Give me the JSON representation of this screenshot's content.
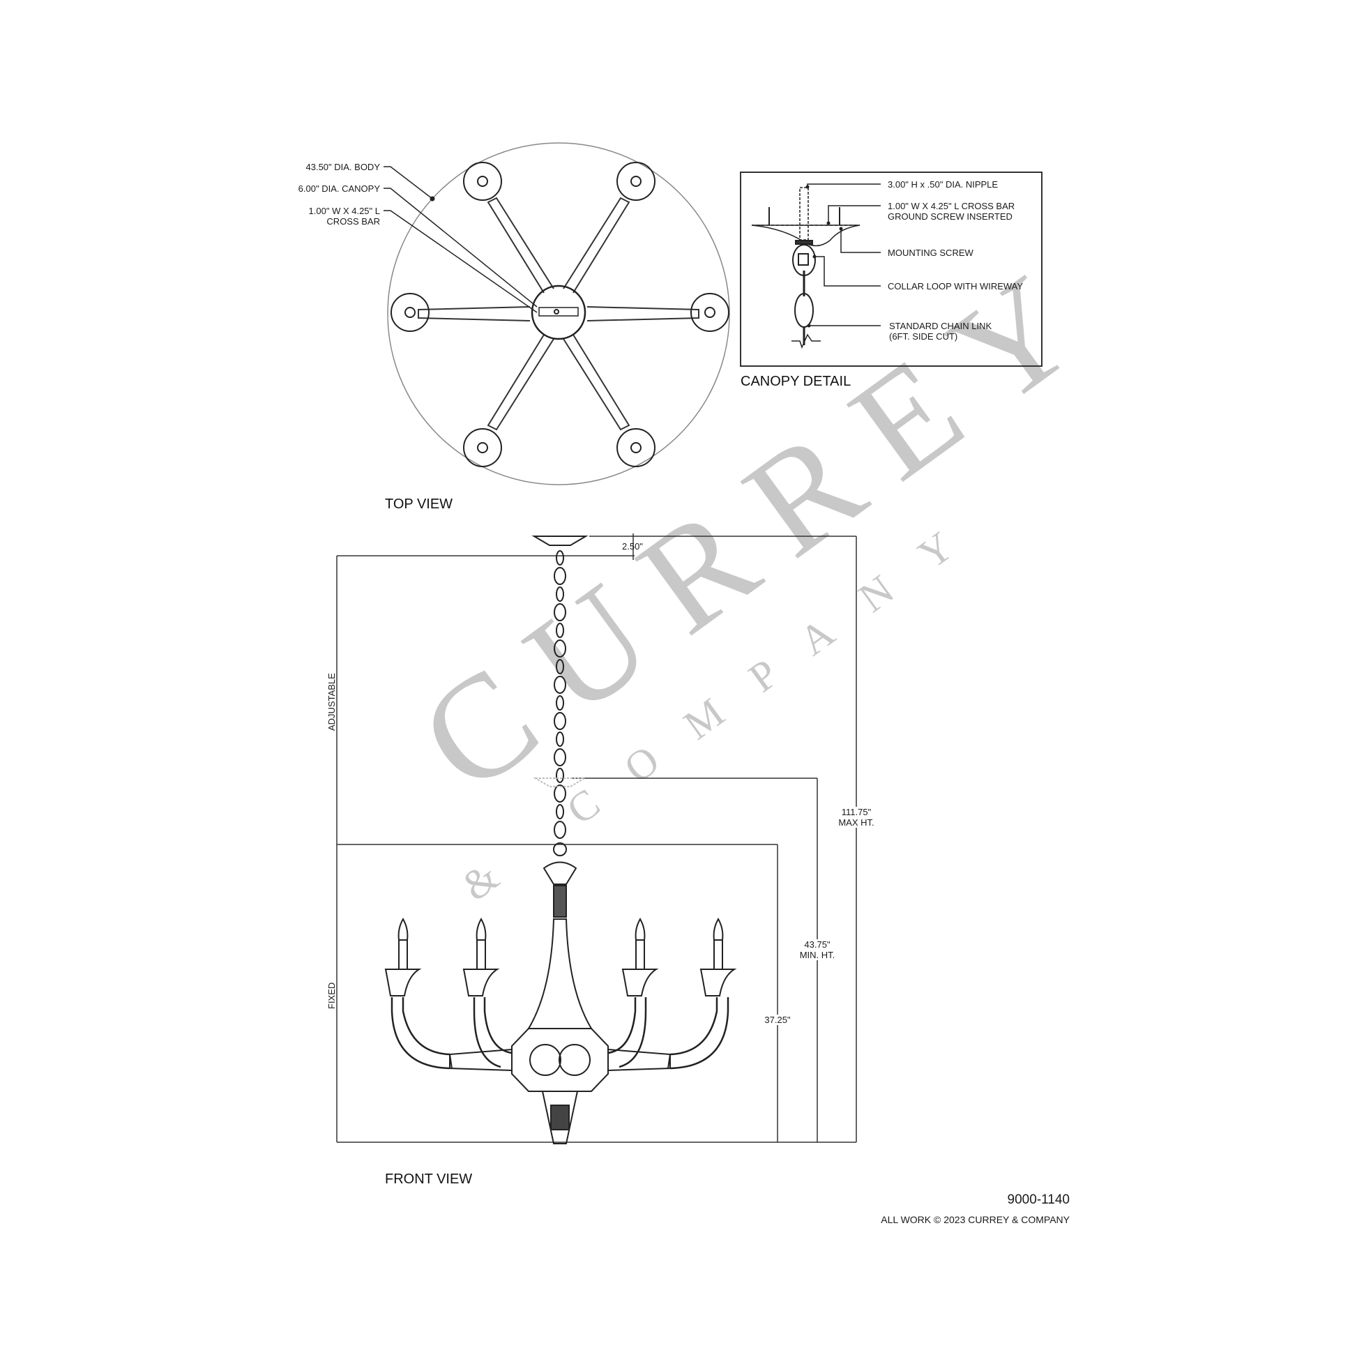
{
  "top_view": {
    "title": "TOP VIEW",
    "callouts": [
      {
        "line1": "43.50\" DIA. BODY"
      },
      {
        "line1": "6.00\" DIA. CANOPY"
      },
      {
        "line1": "1.00\" W X 4.25\" L",
        "line2": "CROSS BAR"
      }
    ],
    "arm_count": 6
  },
  "canopy_detail": {
    "title": "CANOPY DETAIL",
    "callouts": [
      {
        "line1": "3.00\" H x .50\" DIA. NIPPLE"
      },
      {
        "line1": "1.00\" W X 4.25\" L CROSS BAR",
        "line2": "GROUND SCREW INSERTED"
      },
      {
        "line1": "MOUNTING SCREW"
      },
      {
        "line1": "COLLAR LOOP WITH WIREWAY"
      },
      {
        "line1": "STANDARD CHAIN LINK",
        "line2": "(6FT. SIDE CUT)"
      }
    ]
  },
  "front_view": {
    "title": "FRONT VIEW",
    "dimensions": {
      "canopy_height": "2.50\"",
      "max_height": "111.75\"",
      "max_height_label": "MAX HT.",
      "min_height": "43.75\"",
      "min_height_label": "MIN. HT.",
      "body_height": "37.25\""
    },
    "side_labels": {
      "adjustable": "ADJUSTABLE",
      "fixed": "FIXED"
    },
    "candle_count": 4
  },
  "footer": {
    "model_number": "9000-1140",
    "copyright": "ALL WORK © 2023 CURREY & COMPANY"
  },
  "watermark": {
    "main": "CURREY",
    "sub": "& COMPANY",
    "color": "#c8c8c8"
  }
}
